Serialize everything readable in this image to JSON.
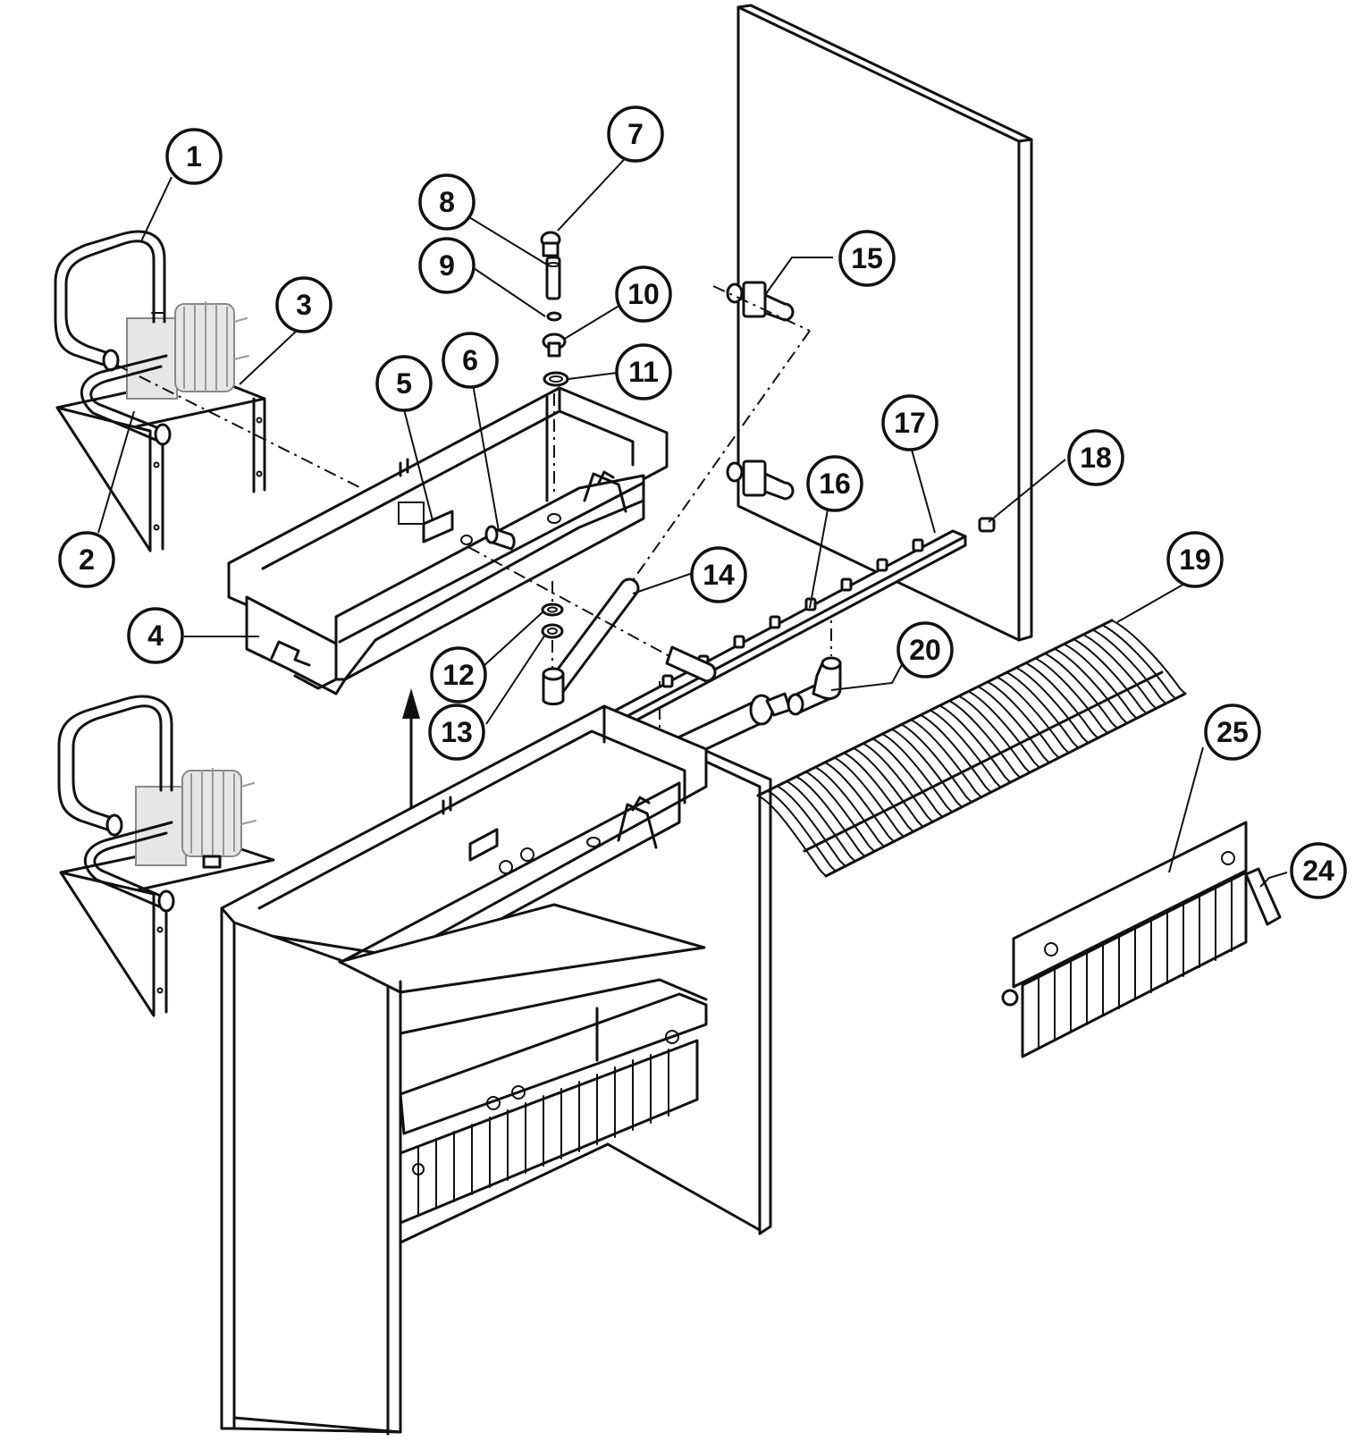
{
  "callouts": [
    {
      "label": "1"
    },
    {
      "label": "2"
    },
    {
      "label": "3"
    },
    {
      "label": "4"
    },
    {
      "label": "5"
    },
    {
      "label": "6"
    },
    {
      "label": "7"
    },
    {
      "label": "8"
    },
    {
      "label": "9"
    },
    {
      "label": "10"
    },
    {
      "label": "11"
    },
    {
      "label": "12"
    },
    {
      "label": "13"
    },
    {
      "label": "14"
    },
    {
      "label": "15"
    },
    {
      "label": "16"
    },
    {
      "label": "17"
    },
    {
      "label": "18"
    },
    {
      "label": "19"
    },
    {
      "label": "20"
    },
    {
      "label": "25"
    },
    {
      "label": "24"
    }
  ]
}
